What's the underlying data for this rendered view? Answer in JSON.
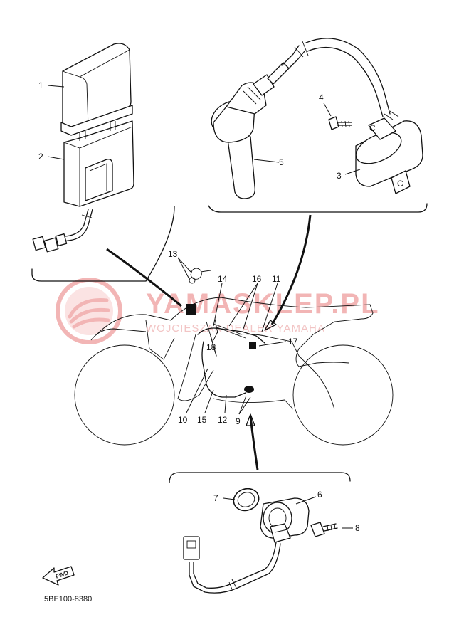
{
  "diagram": {
    "part_code": "5BE100-8380",
    "watermark": {
      "brand": "YAMASKLEP.PL",
      "tagline": "WOJCIESZAK DEALER YAMAHA"
    },
    "fwd_label": "FWD",
    "colors": {
      "line": "#111111",
      "watermark": "#f2b5b5"
    },
    "callouts": {
      "c1": "1",
      "c2": "2",
      "c3": "3",
      "c4": "4",
      "c5": "5",
      "c6": "6",
      "c7": "7",
      "c8": "8",
      "c9": "9",
      "c10": "10",
      "c11": "11",
      "c12": "12",
      "c13": "13",
      "c14": "14",
      "c15": "15",
      "c16": "16",
      "c17": "17",
      "c18": "18"
    },
    "coil_marks": {
      "top": "C",
      "bottom": "C"
    }
  }
}
